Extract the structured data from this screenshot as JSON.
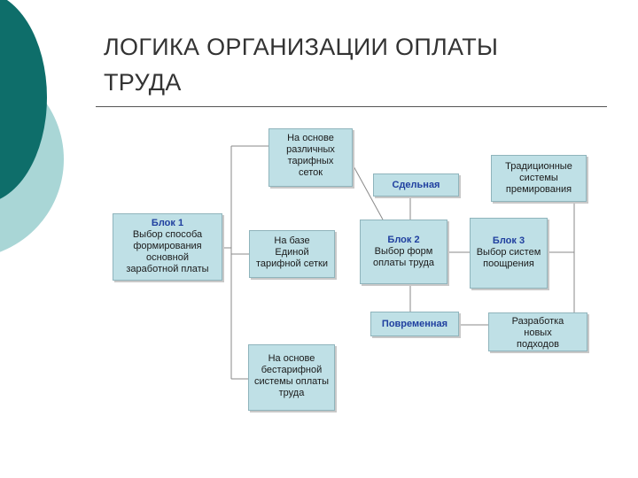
{
  "title": {
    "line1": "ЛОГИКА ОРГАНИЗАЦИИ ОПЛАТЫ",
    "line2": "ТРУДА"
  },
  "colors": {
    "decor_dark": "#0e6e6a",
    "decor_light": "#a9d6d6",
    "box_fill": "#bfe0e6",
    "box_border": "#8fb4bc",
    "heading_blue": "#1f3f9f"
  },
  "boxes": {
    "block1": {
      "heading": "Блок 1",
      "lines": [
        "Выбор способа",
        "формирования",
        "основной",
        "заработной платы"
      ]
    },
    "various_grids": {
      "lines": [
        "На основе",
        "различных",
        "тарифных",
        "сеток"
      ]
    },
    "unified_grid": {
      "lines": [
        "На базе",
        "Единой",
        "тарифной сетки"
      ]
    },
    "gridless": {
      "lines": [
        "На основе",
        "бестарифной",
        "системы оплаты",
        "труда"
      ]
    },
    "piecework": {
      "label": "Сдельная"
    },
    "block2": {
      "heading": "Блок 2",
      "lines": [
        "Выбор форм",
        "оплаты труда"
      ]
    },
    "time_based": {
      "label": "Повременная"
    },
    "traditional": {
      "lines": [
        "Традиционные",
        "системы",
        "премирования"
      ]
    },
    "block3": {
      "heading": "Блок 3",
      "lines": [
        "Выбор систем",
        "поощрения"
      ]
    },
    "new_approaches": {
      "lines": [
        "Разработка",
        "новых",
        "подходов"
      ]
    }
  }
}
